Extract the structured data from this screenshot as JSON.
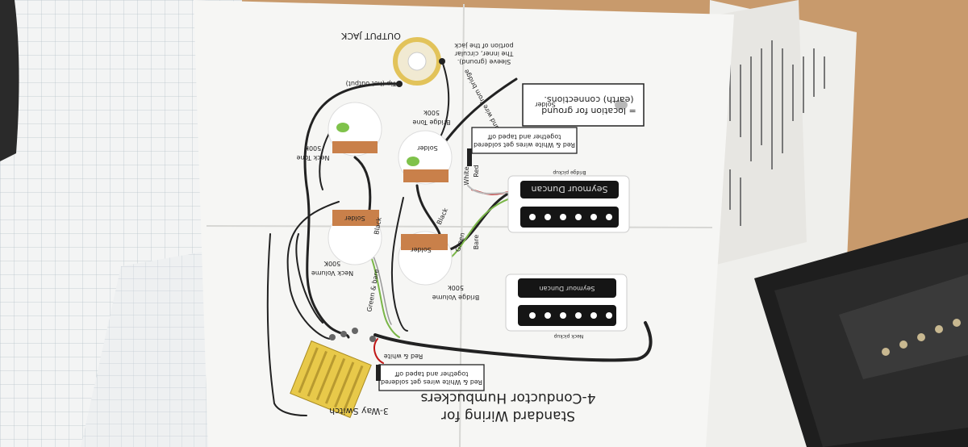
{
  "diagram": {
    "title": "Standard Wiring for",
    "subtitle": "4-Conductor Humbuckers",
    "ground_legend": {
      "marker": "Solder",
      "line1": "= location for ground",
      "line2": "(earth) connections."
    },
    "output_jack": {
      "label": "OUTPUT JACK",
      "tip": "Tip (hot output)",
      "sleeve_1": "Sleeve (ground).",
      "sleeve_2": "The inner, circular",
      "sleeve_3": "portion of the jack"
    },
    "bridge_ground": "Ground wire from bridge",
    "bridge_tone": {
      "name": "Bridge Tone",
      "value": "500k"
    },
    "neck_tone": {
      "name": "Neck Tone",
      "value": "500K"
    },
    "neck_volume": {
      "name": "Neck Volume",
      "value": "500K"
    },
    "bridge_volume": {
      "name": "Bridge Volume",
      "value": "500k"
    },
    "solder_mark": "Solder",
    "top_note": {
      "line1": "Red & White wires get soldered",
      "line2": "together and taped off"
    },
    "bottom_note": {
      "line1": "Red & White wires get soldered",
      "line2": "together and taped off"
    },
    "bridge_pickup": {
      "brand": "Seymour Duncan",
      "caption": "Bridge pickup"
    },
    "neck_pickup": {
      "brand": "Seymour Duncan",
      "caption": "Neck pickup"
    },
    "wires": {
      "white": "White",
      "red": "Red",
      "black": "Black",
      "bare": "Bare",
      "green": "Green",
      "black_2": "Black",
      "green_bare": "Green & bare",
      "red_white": "Red & white"
    },
    "switch_label": "3-Way Switch"
  }
}
